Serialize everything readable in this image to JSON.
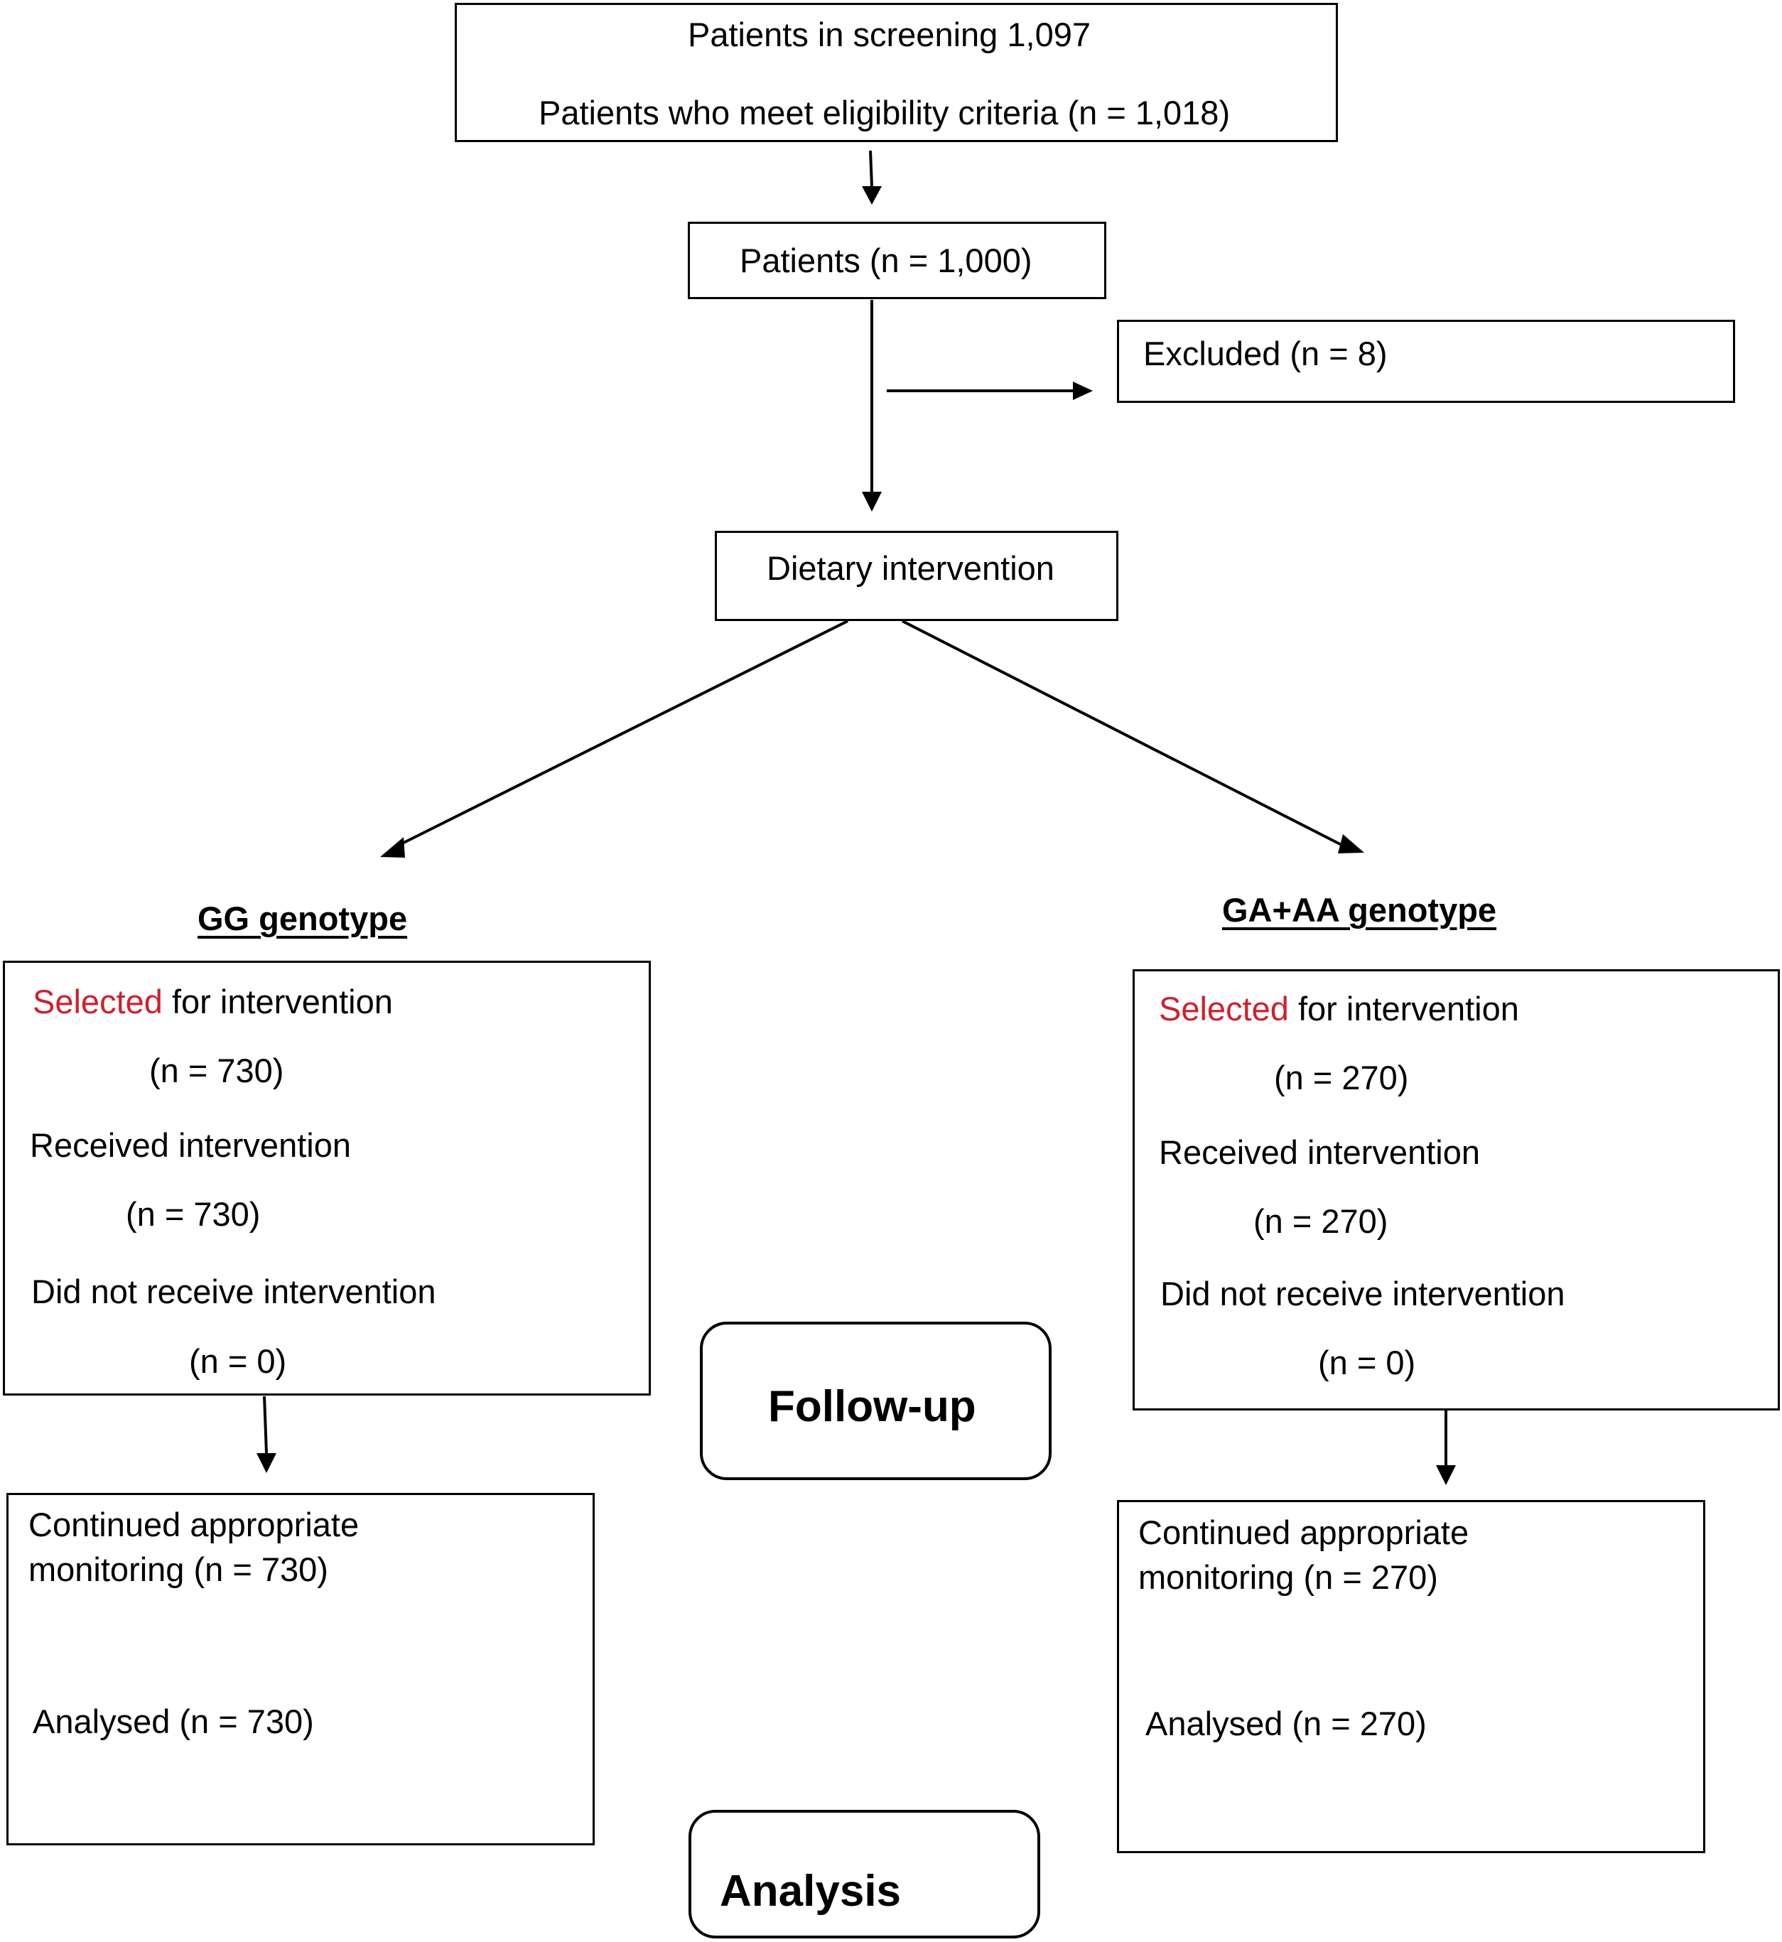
{
  "screening": {
    "line1": "Patients in screening 1,097",
    "line2": "Patients who meet eligibility criteria (n = 1,018)"
  },
  "patients": "Patients (n = 1,000)",
  "excluded": "Excluded (n = 8)",
  "intervention": "Dietary intervention",
  "arms": [
    {
      "heading": "GG genotype",
      "selected_word": "Selected",
      "selected_rest": " for intervention",
      "selected_n": "(n = 730)",
      "received": "Received intervention",
      "received_n": "(n = 730)",
      "not_received": "Did not receive intervention",
      "not_received_n": "(n = 0)",
      "monitoring_line1": "Continued appropriate",
      "monitoring_line2": "monitoring (n = 730)",
      "analysed": "Analysed (n = 730)"
    },
    {
      "heading": "GA+AA genotype",
      "selected_word": "Selected",
      "selected_rest": " for intervention",
      "selected_n": "(n = 270)",
      "received": "Received intervention",
      "received_n": "(n = 270)",
      "not_received": "Did not receive intervention",
      "not_received_n": "(n = 0)",
      "monitoring_line1": "Continued appropriate",
      "monitoring_line2": "monitoring (n = 270)",
      "analysed": "Analysed (n = 270)"
    }
  ],
  "phases": {
    "followup": "Follow-up",
    "analysis": "Analysis"
  },
  "colors": {
    "highlight": "#d0202a",
    "stroke": "#000000"
  }
}
